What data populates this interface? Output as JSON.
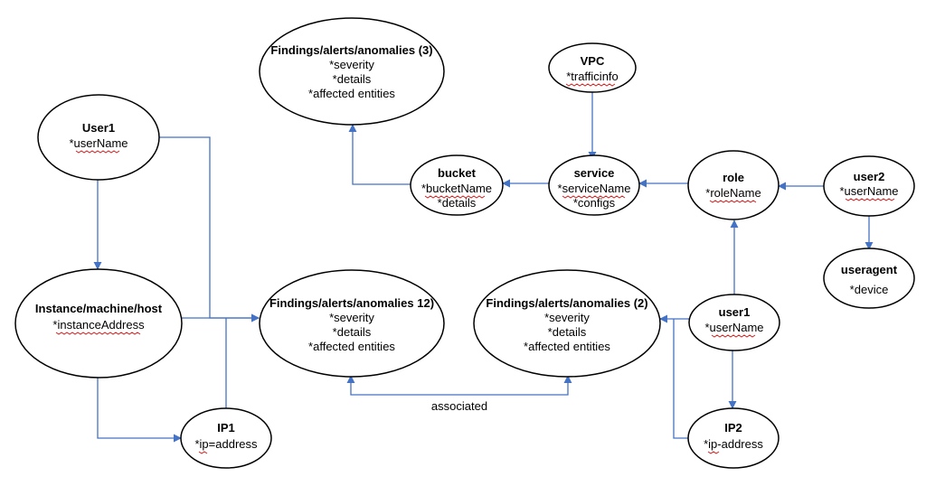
{
  "nodes": {
    "findings3": {
      "title": "Findings/alerts/anomalies (3)",
      "attrs": [
        "*severity",
        "*details",
        "*affected entities"
      ]
    },
    "vpc": {
      "title": "VPC",
      "attrs": [
        "*trafficinfo"
      ]
    },
    "user1_top": {
      "title": "User1",
      "attrs": [
        "*userName"
      ]
    },
    "bucket": {
      "title": "bucket",
      "attrs": [
        "*bucketName",
        "*details"
      ]
    },
    "service": {
      "title": "service",
      "attrs": [
        "*serviceName",
        "*configs"
      ]
    },
    "role": {
      "title": "role",
      "attrs": [
        "*roleName"
      ]
    },
    "user2": {
      "title": "user2",
      "attrs": [
        "*userName"
      ]
    },
    "useragent": {
      "title": "useragent",
      "attrs": [
        "*device"
      ]
    },
    "instance": {
      "title": "Instance/machine/host",
      "attrs": [
        "*instanceAddress"
      ]
    },
    "findings12": {
      "title": "Findings/alerts/anomalies 12)",
      "attrs": [
        "*severity",
        "*details",
        "*affected entities"
      ]
    },
    "findings2": {
      "title": "Findings/alerts/anomalies (2)",
      "attrs": [
        "*severity",
        "*details",
        "*affected entities"
      ]
    },
    "user1_right": {
      "title": "user1",
      "attrs": [
        "*userName"
      ]
    },
    "ip1": {
      "title": "IP1",
      "attrs": [
        "*ip=address"
      ]
    },
    "ip2": {
      "title": "IP2",
      "attrs": [
        "*ip-address"
      ]
    }
  },
  "edge_labels": {
    "associated": "associated"
  },
  "colors": {
    "edge": "#4472c4",
    "node_stroke": "#000000",
    "spellcheck": "#d02020"
  }
}
